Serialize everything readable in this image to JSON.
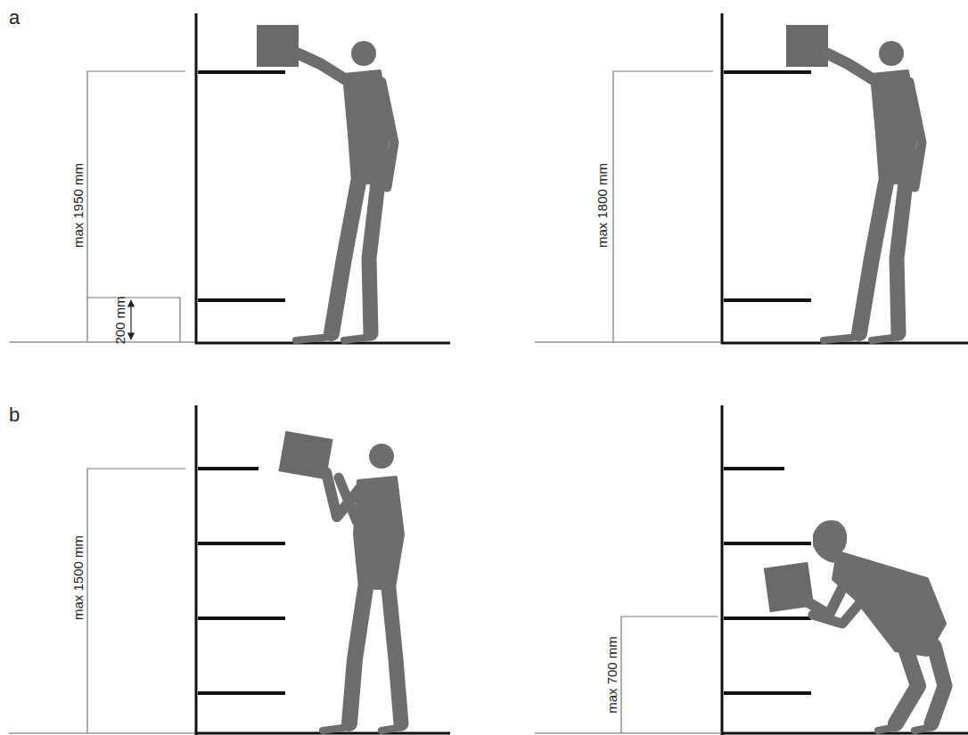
{
  "diagram": {
    "labels": [
      "a",
      "max 1950 mm",
      "200 mm",
      "max 1800 mm",
      "b",
      "max 1500 mm",
      "max 700 mm"
    ]
  }
}
